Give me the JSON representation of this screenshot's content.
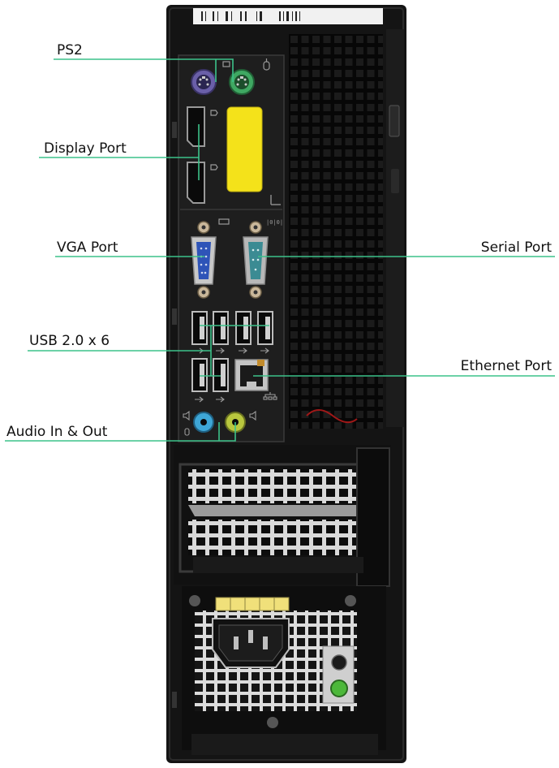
{
  "labels": {
    "ps2": "PS2",
    "display_port": "Display Port",
    "vga_port": "VGA Port",
    "usb": "USB 2.0 x 6",
    "audio": "Audio In & Out",
    "serial_port": "Serial Port",
    "ethernet_port": "Ethernet Port"
  },
  "colors": {
    "leader_line": "#3cc28a",
    "chassis": "#141414",
    "ps2_keyboard": "#6a5fa8",
    "ps2_mouse": "#3fa862",
    "serial": "#3b8b93",
    "vga": "#2e54b8",
    "dp_cover": "#f4e21a",
    "audio_in": "#3ea6d6",
    "audio_out": "#b9c73e",
    "psu_led": "#4cb83a",
    "psu_connector": "#f0e07a"
  },
  "icons": [
    "ps2-keyboard-icon",
    "ps2-mouse-icon",
    "displayport-icon",
    "vga-icon",
    "serial-icon",
    "usb-icon",
    "ethernet-icon",
    "audio-icon",
    "power-socket-icon"
  ]
}
